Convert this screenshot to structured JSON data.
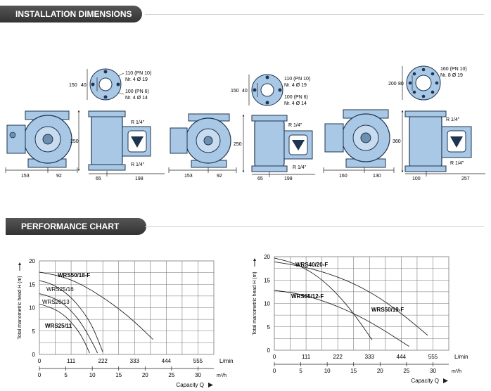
{
  "sections": {
    "install": "INSTALLATION DIMENSIONS",
    "performance": "PERFORMANCE CHART"
  },
  "pumps": [
    {
      "front": {
        "left": "153",
        "right": "92"
      },
      "flange": {
        "pn10": "110 (PN 10)",
        "pn10_holes": "Nr. 4 Ø 19",
        "pn6": "100 (PN 6)",
        "pn6_holes": "Nr. 4 Ø 14",
        "outer": "150",
        "inner": "40"
      },
      "side": {
        "height": "250",
        "left": "65",
        "right": "198",
        "port_top": "R 1/4\"",
        "port_bottom": "R 1/4\""
      }
    },
    {
      "front": {
        "left": "153",
        "right": "92"
      },
      "flange": {
        "pn10": "110 (PN 10)",
        "pn10_holes": "Nr. 4 Ø 19",
        "pn6": "100 (PN 6)",
        "pn6_holes": "Nr. 4 Ø 14",
        "outer": "150",
        "inner": "40"
      },
      "side": {
        "height": "250",
        "left": "65",
        "right": "198",
        "port_top": "R 1/4\"",
        "port_bottom": "R 1/4\""
      }
    },
    {
      "front": {
        "left": "160",
        "right": "130"
      },
      "flange": {
        "pn10": "160 (PN 10)",
        "pn10_holes": "Nr. 8 Ø 19",
        "outer": "200",
        "inner": "80"
      },
      "side": {
        "height": "360",
        "left": "100",
        "right": "257",
        "port_top": "R 1/4\"",
        "port_bottom": "R 1/4\""
      }
    }
  ],
  "charts": [
    {
      "ylabel": "Total manometric head H (m)",
      "y_ticks": [
        "0",
        "5",
        "10",
        "15",
        "20"
      ],
      "x_ticks_lmin": [
        "0",
        "111",
        "222",
        "333",
        "444",
        "555"
      ],
      "x_unit_lmin": "L/min",
      "x_ticks_m3h": [
        "0",
        "5",
        "10",
        "15",
        "20",
        "25",
        "30"
      ],
      "x_unit_m3h": "m³/h",
      "xlabel": "Capacity Q",
      "labels": {
        "WRS50/18-F": "WRS50/18-F",
        "WRS25/16": "WRS25/16",
        "WRS20/13": "WRS20/13",
        "WRS25/11": "WRS25/11"
      }
    },
    {
      "ylabel": "Total manometric head H (m)",
      "y_ticks": [
        "0",
        "5",
        "10",
        "15",
        "20"
      ],
      "x_ticks_lmin": [
        "0",
        "111",
        "222",
        "333",
        "444",
        "555"
      ],
      "x_unit_lmin": "L/min",
      "x_ticks_m3h": [
        "0",
        "5",
        "10",
        "15",
        "20",
        "25",
        "30"
      ],
      "x_unit_m3h": "m³/h",
      "xlabel": "Capacity Q",
      "labels": {
        "WRS40/20-F": "WRS40/20-F",
        "WRS65/12-F": "WRS65/12-F",
        "WRS50/19-F": "WRS50/19-F"
      }
    }
  ],
  "chart_data": [
    {
      "type": "line",
      "ylabel": "Total manometric head H (m)",
      "xlabel": "Capacity Q",
      "x_unit": "m³/h",
      "xlim": [
        0,
        33
      ],
      "ylim": [
        0,
        20
      ],
      "series": [
        {
          "name": "WRS50/18-F",
          "x": [
            0,
            3,
            6,
            9,
            12,
            15,
            18,
            21.5
          ],
          "y": [
            17.6,
            17,
            16,
            14.3,
            12.2,
            9.8,
            7,
            3.2
          ]
        },
        {
          "name": "WRS25/16",
          "x": [
            0,
            2,
            4,
            6,
            8,
            10,
            12
          ],
          "y": [
            15.8,
            15.2,
            14,
            12.2,
            9.6,
            6.2,
            0.5
          ]
        },
        {
          "name": "WRS20/13",
          "x": [
            0,
            2,
            4,
            6,
            8,
            10,
            11
          ],
          "y": [
            13,
            12.4,
            11.3,
            9.4,
            6.6,
            2.6,
            0.3
          ]
        },
        {
          "name": "WRS25/11",
          "x": [
            0,
            2,
            4,
            6,
            8,
            9.5
          ],
          "y": [
            10.8,
            10.1,
            9,
            7,
            4,
            0.3
          ]
        }
      ]
    },
    {
      "type": "line",
      "ylabel": "Total manometric head H (m)",
      "xlabel": "Capacity Q",
      "x_unit": "m³/h",
      "xlim": [
        0,
        33
      ],
      "ylim": [
        0,
        20
      ],
      "series": [
        {
          "name": "WRS40/20-F",
          "x": [
            0,
            3,
            6,
            9,
            12,
            15,
            18.5
          ],
          "y": [
            19.7,
            18.9,
            17.4,
            15.1,
            11.9,
            7.9,
            2.2
          ]
        },
        {
          "name": "WRS65/12-F",
          "x": [
            0,
            4,
            8,
            12,
            16,
            20,
            25.5
          ],
          "y": [
            12.8,
            12.2,
            11,
            9.4,
            7.3,
            4.8,
            0.8
          ]
        },
        {
          "name": "WRS50/19-F",
          "x": [
            0,
            5,
            10,
            15,
            20,
            25,
            29
          ],
          "y": [
            18.9,
            18,
            16.5,
            14.3,
            11.2,
            7,
            3.2
          ]
        }
      ]
    }
  ],
  "colors": {
    "banner": "#3c3c3c",
    "pump": "#a9c8e6",
    "pump_stroke": "#1d3550",
    "grid": "#777777"
  }
}
